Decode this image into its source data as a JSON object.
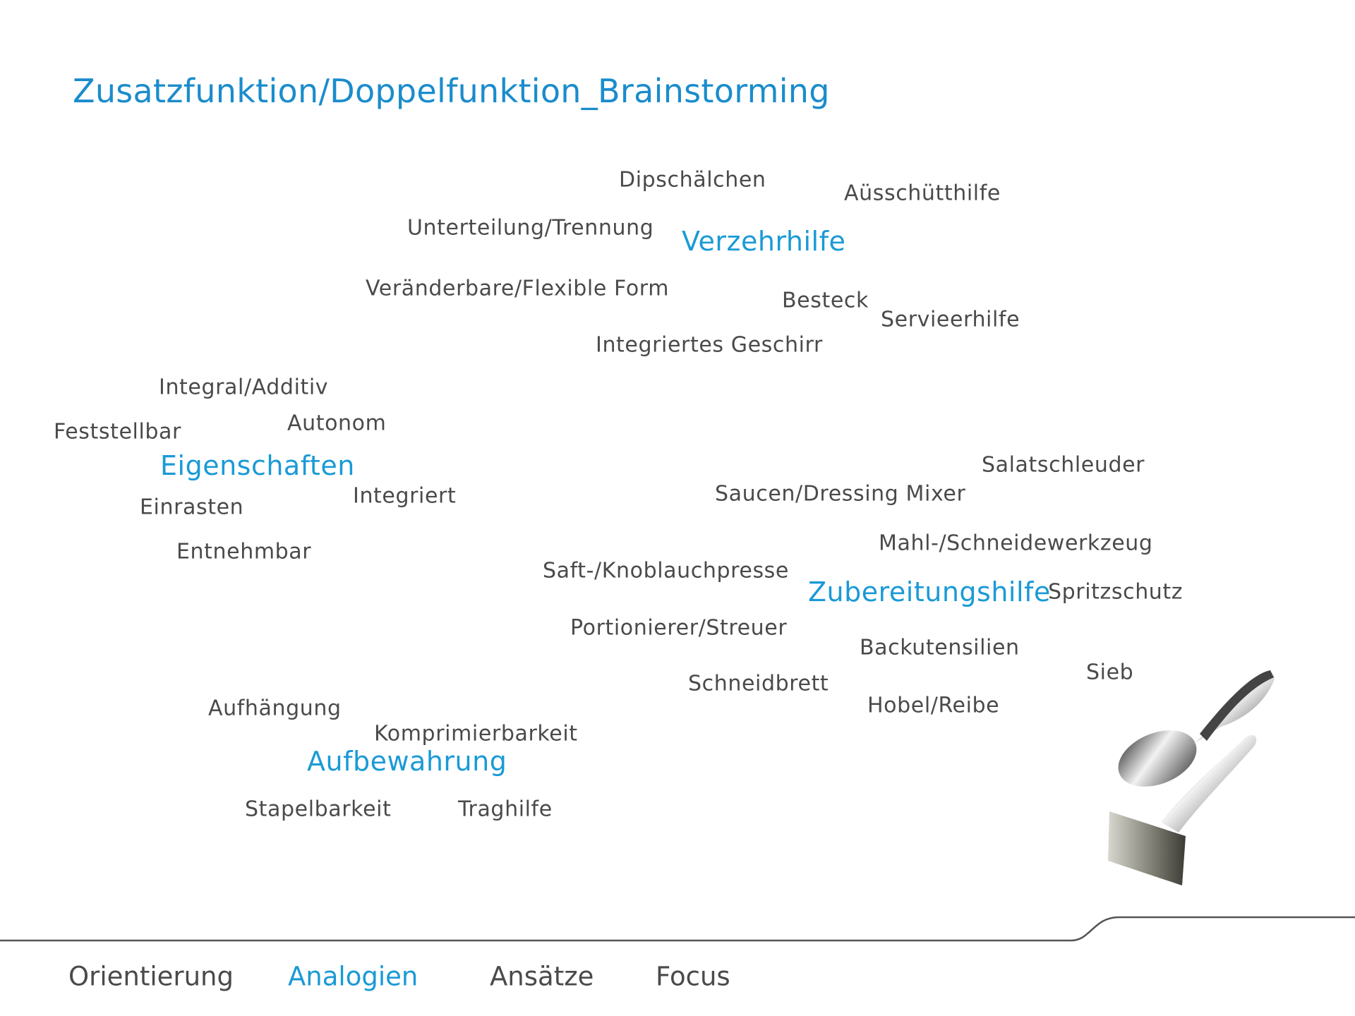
{
  "title": "Zusatzfunktion/Doppelfunktion_Brainstorming",
  "categories": {
    "verzehrhilfe": "Verzehrhilfe",
    "eigenschaften": "Eigenschaften",
    "zubereitungshilfe": "Zubereitungshilfe",
    "aufbewahrung": "Aufbewahrung"
  },
  "words": [
    "Dipschälchen",
    "Aüsschütthilfe",
    "Unterteilung/Trennung",
    "Veränderbare/Flexible Form",
    "Besteck",
    "Servieerhilfe",
    "Integriertes Geschirr",
    "Integral/Additiv",
    "Feststellbar",
    "Autonom",
    "Einrasten",
    "Integriert",
    "Entnehmbar",
    "Salatschleuder",
    "Saucen/Dressing Mixer",
    "Mahl-/Schneidewerkzeug",
    "Saft-/Knoblauchpresse",
    "Spritzschutz",
    "Portionierer/Streuer",
    "Backutensilien",
    "Sieb",
    "Schneidbrett",
    "Hobel/Reibe",
    "Aufhängung",
    "Komprimierbarkeit",
    "Stapelbarkeit",
    "Traghilfe"
  ],
  "nav": [
    {
      "label": "Orientierung",
      "active": false
    },
    {
      "label": "Analogien",
      "active": true
    },
    {
      "label": "Ansätze",
      "active": false
    },
    {
      "label": "Focus",
      "active": false
    }
  ],
  "colors": {
    "accent": "#1a9ad6",
    "text": "#4a4a4a",
    "line": "#555555"
  }
}
